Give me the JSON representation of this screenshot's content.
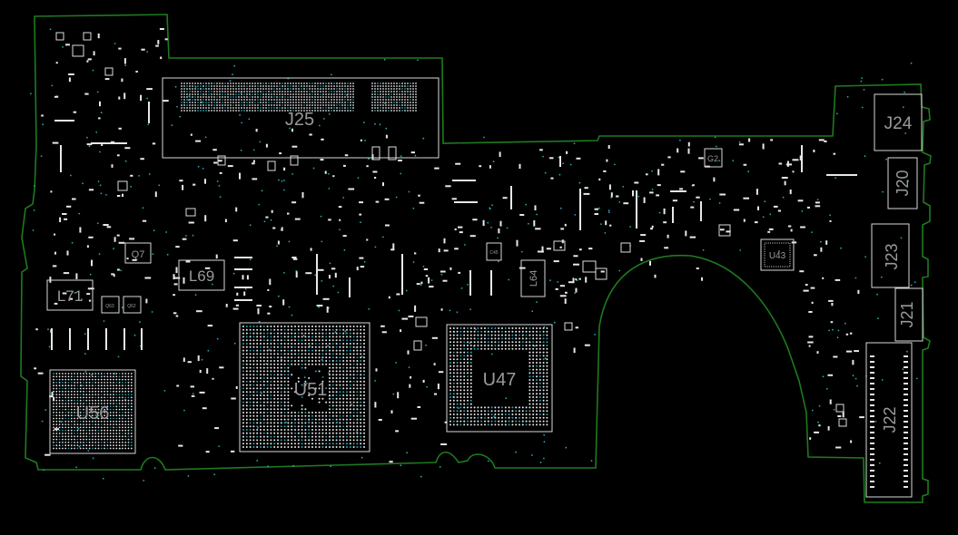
{
  "colors": {
    "background": "#000000",
    "board_outline": "#1f7a1f",
    "component_outline": "#d8d8d8",
    "pad": "#e8e8e8",
    "via": "#2aa6b4",
    "label": "#9a9a9a"
  },
  "components": {
    "j25": "J25",
    "j24": "J24",
    "j20": "J20",
    "j23": "J23",
    "j21": "J21",
    "j22": "J22",
    "u56": "U56",
    "u51": "U51",
    "u47": "U47",
    "u43": "U43",
    "l71": "L71",
    "l69": "L69",
    "l64": "L64",
    "q7": "Q7",
    "g2": "G2",
    "c45": "C45",
    "q63": "Q63",
    "q62": "Q62"
  }
}
